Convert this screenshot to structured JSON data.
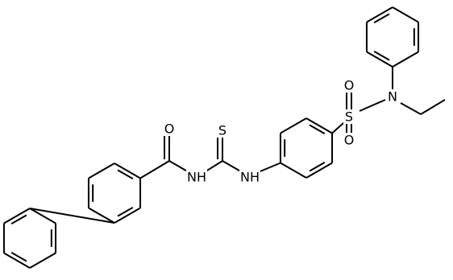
{
  "structure": {
    "atoms": {
      "O_carbonyl": "O",
      "N_amide": "NH",
      "S_thio": "S",
      "N_thio": "NH",
      "S_sulfonyl": "S",
      "O_sulfonyl_top": "O",
      "O_sulfonyl_bottom": "O",
      "N_sulfonamide": "N"
    }
  }
}
